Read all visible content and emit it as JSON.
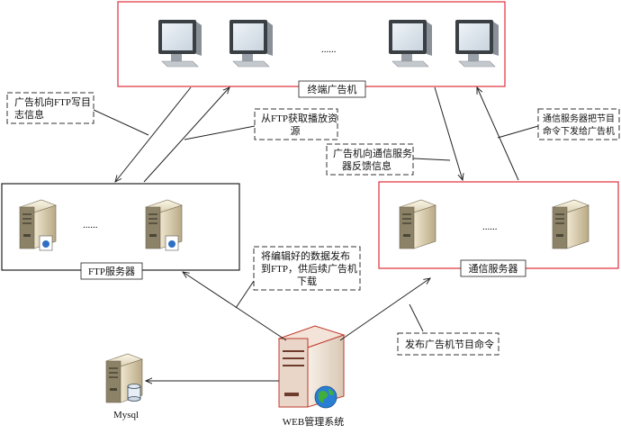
{
  "terminal_group": {
    "label": "终端广告机",
    "ellipsis": "......"
  },
  "ftp_group": {
    "label": "FTP服务器",
    "ellipsis": "......"
  },
  "comm_group": {
    "label": "通信服务器",
    "ellipsis": "......"
  },
  "web_server": {
    "label": "WEB管理系统"
  },
  "mysql": {
    "label": "Mysql"
  },
  "annotations": {
    "ad_write_log": [
      "广告机向FTP写目",
      "志信息"
    ],
    "fetch_resource": [
      "从FTP获取播放资",
      "源"
    ],
    "ad_feedback": [
      "广告机向通信服务",
      "器反馈信息"
    ],
    "comm_dispatch": [
      "通信服务器把节目",
      "命令下发给广告机"
    ],
    "publish_data": [
      "将编辑好的数据发布",
      "到FTP，供后续广告机",
      "下载"
    ],
    "publish_command": [
      "发布广告机节目命令"
    ]
  },
  "colors": {
    "red_box": "#e0303a",
    "black_box": "#222222",
    "dashed": "#333333"
  }
}
